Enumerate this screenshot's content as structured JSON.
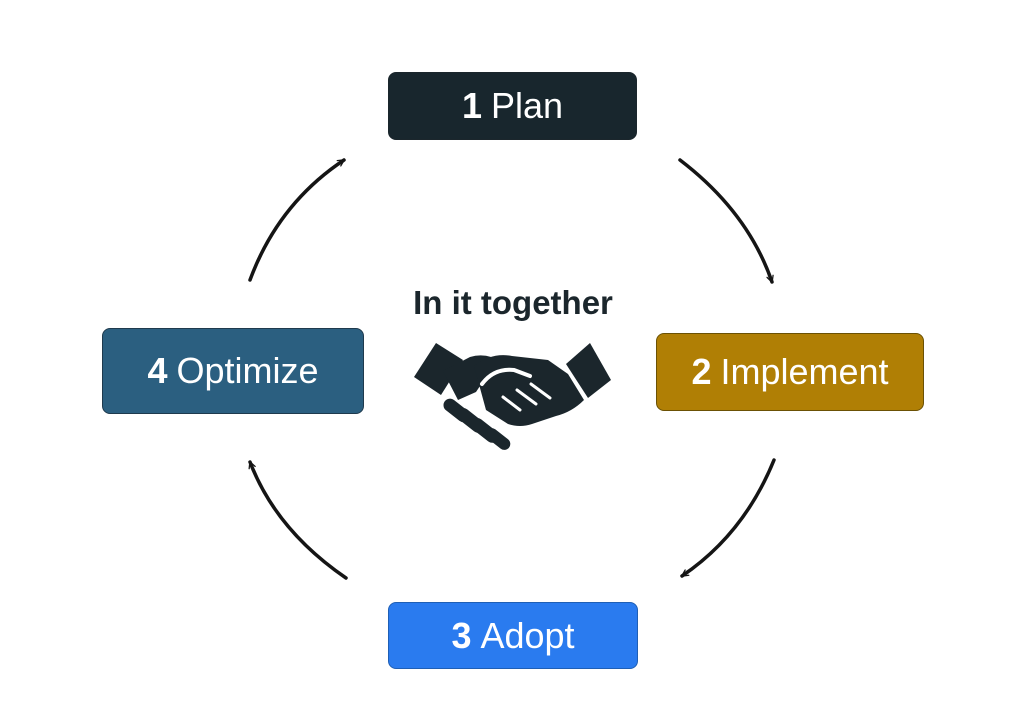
{
  "center": {
    "title": "In it together",
    "icon": "handshake-icon"
  },
  "steps": [
    {
      "number": "1",
      "label": "Plan",
      "color": "#18262d"
    },
    {
      "number": "2",
      "label": "Implement",
      "color": "#b07f05"
    },
    {
      "number": "3",
      "label": "Adopt",
      "color": "#2a7bef"
    },
    {
      "number": "4",
      "label": "Optimize",
      "color": "#2b5f80"
    }
  ],
  "colors": {
    "arrow": "#151515",
    "text_dark": "#1b262c",
    "step_text": "#ffffff"
  }
}
